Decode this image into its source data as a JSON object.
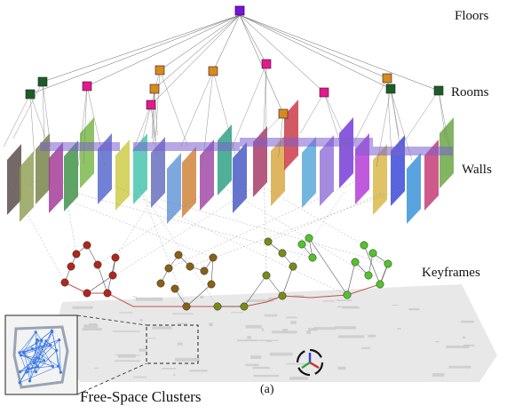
{
  "layers": {
    "floors": "Floors",
    "rooms": "Rooms",
    "walls": "Walls",
    "keyframes": "Keyframes",
    "free_space": "Free-Space Clusters"
  },
  "caption": "(a)",
  "colors": {
    "floor_node": "#7a12d6",
    "room_green": "#1c5e26",
    "room_magenta": "#e8168f",
    "room_orange": "#d98a1c",
    "keyframe_red": "#b2261c",
    "keyframe_brown": "#8a6016",
    "keyframe_olive": "#7a8a1a",
    "keyframe_green": "#52c42a",
    "map_gray": "#c8c8c8",
    "cluster_blue": "#3a78e6"
  }
}
